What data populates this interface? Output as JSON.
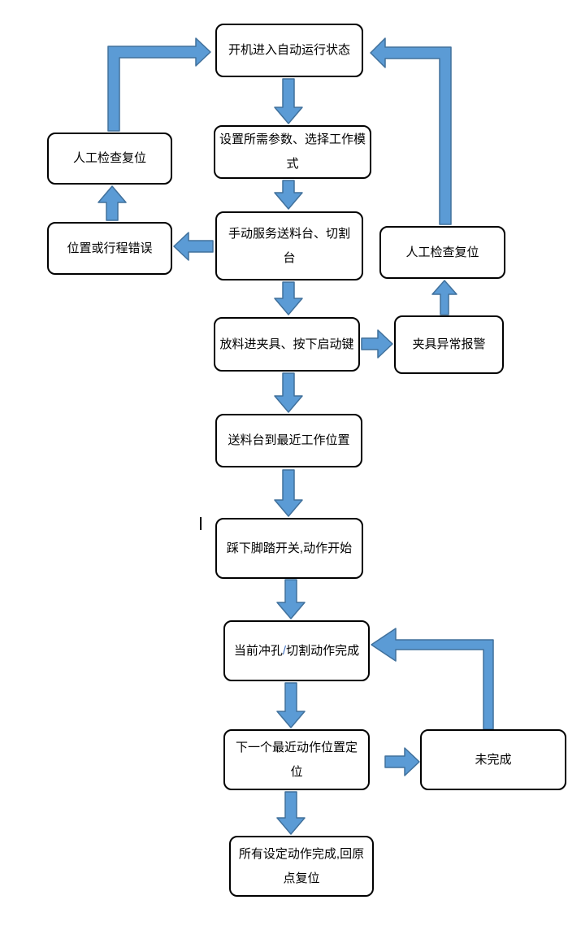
{
  "colors": {
    "arrow_fill": "#5B9BD5",
    "arrow_stroke": "#41719C",
    "box_border": "#000000",
    "box_background": "#FFFFFF",
    "slash": "#4472C4",
    "page_background": "#FFFFFF"
  },
  "nodes": {
    "start": {
      "text": "开机进入自动运行状态"
    },
    "set_params": {
      "text": "设置所需参数、选择工作模\n式"
    },
    "manual_service": {
      "text": "手动服务送料台、切割\n台"
    },
    "manual_check_left": {
      "text": "人工检查复位"
    },
    "position_error": {
      "text": "位置或行程错误"
    },
    "manual_check_right": {
      "text": "人工检查复位"
    },
    "load_fixture": {
      "text": "放料进夹具、按下启动键"
    },
    "fixture_alarm": {
      "text": "夹具异常报警"
    },
    "feed_position": {
      "text": "送料台到最近工作位置"
    },
    "foot_switch": {
      "text": "踩下脚踏开关,动作开始"
    },
    "current_action": {
      "before_slash": "当前冲孔",
      "slash": "/",
      "after_slash": "切割动作完成"
    },
    "next_position": {
      "text": "下一个最近动作位置定\n位"
    },
    "incomplete": {
      "text": "未完成"
    },
    "all_done": {
      "text": "所有设定动作完成,回原\n点复位"
    }
  }
}
